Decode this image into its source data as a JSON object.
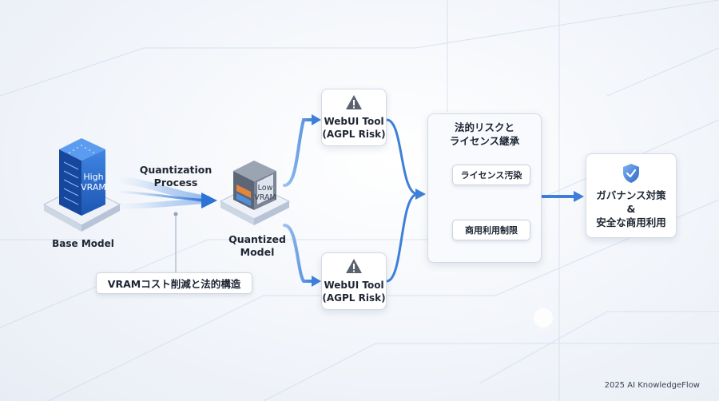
{
  "base_model": {
    "label": "Base Model",
    "server_text_1": "High",
    "server_text_2": "VRAM"
  },
  "quantization": {
    "line1": "Quantization",
    "line2": "Process"
  },
  "quantized_model": {
    "line1": "Quantized",
    "line2": "Model",
    "chip_text_1": "Low",
    "chip_text_2": "VRAM"
  },
  "webui_top": {
    "line1": "WebUI Tool",
    "line2": "(AGPL Risk)"
  },
  "webui_bottom": {
    "line1": "WebUI Tool",
    "line2": "(AGPL Risk)"
  },
  "risk_panel": {
    "title_line1": "法的リスクと",
    "title_line2": "ライセンス継承",
    "item1": "ライセンス汚染",
    "item2": "商用利用制限"
  },
  "governance": {
    "line1": "ガバナンス対策",
    "line2": "&",
    "line3": "安全な商用利用"
  },
  "vram_note": "VRAMコスト削減と法的構造",
  "footer": "2025 AI KnowledgeFlow",
  "colors": {
    "accent": "#3d7fd9",
    "warning": "#5a6270",
    "shield": "#3f80d4"
  },
  "icons": [
    "warning-icon",
    "shield-check-icon",
    "server-icon",
    "chip-icon"
  ]
}
